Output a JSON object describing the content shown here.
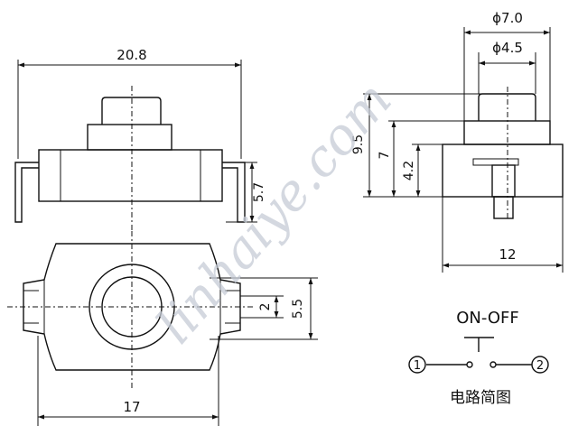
{
  "dimensions": {
    "top_width": "20.8",
    "lead_height": "5.7",
    "bottom_width": "17",
    "slot_width": "2",
    "body_height": "5.5",
    "cap_outer_diameter": "ϕ7.0",
    "cap_inner_diameter": "ϕ4.5",
    "total_height": "9.5",
    "mid_height": "7",
    "body_height_side": "4.2",
    "side_width": "12"
  },
  "schematic": {
    "title": "ON-OFF",
    "terminal_1": "1",
    "terminal_2": "2",
    "caption": "电路简图"
  },
  "watermark": "linhaiye.com"
}
